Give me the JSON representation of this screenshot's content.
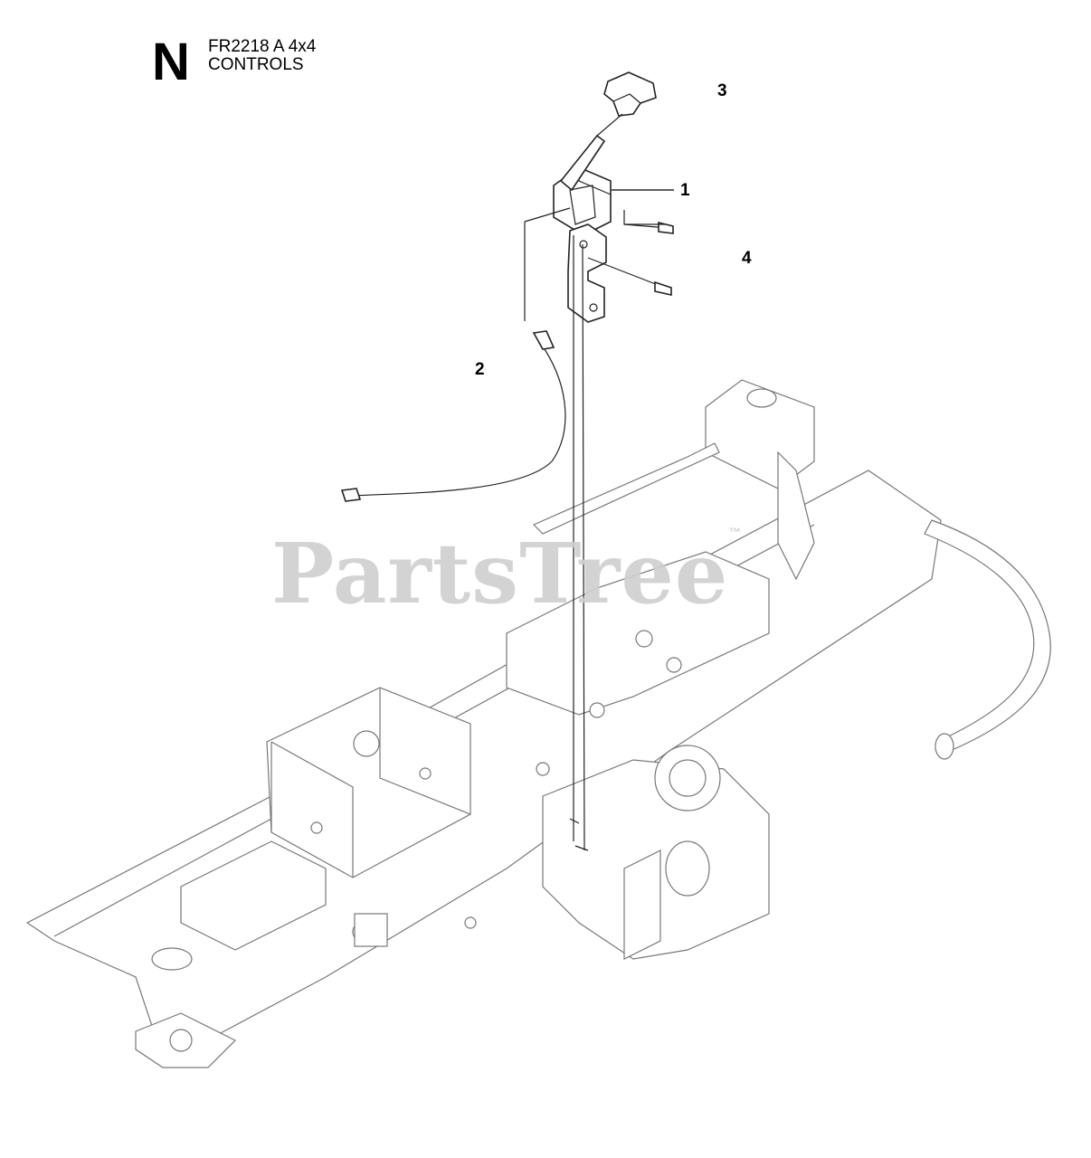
{
  "header": {
    "section_letter": "N",
    "model": "FR2218 A 4x4",
    "group": "CONTROLS"
  },
  "callouts": [
    {
      "id": "1",
      "label": "1"
    },
    {
      "id": "2",
      "label": "2"
    },
    {
      "id": "3",
      "label": "3"
    },
    {
      "id": "4",
      "label": "4"
    }
  ],
  "watermark": {
    "text": "PartsTree",
    "mark": "™"
  },
  "colors": {
    "line": "#222222",
    "frame_line": "#777777",
    "watermark": "#cfcfcf"
  }
}
